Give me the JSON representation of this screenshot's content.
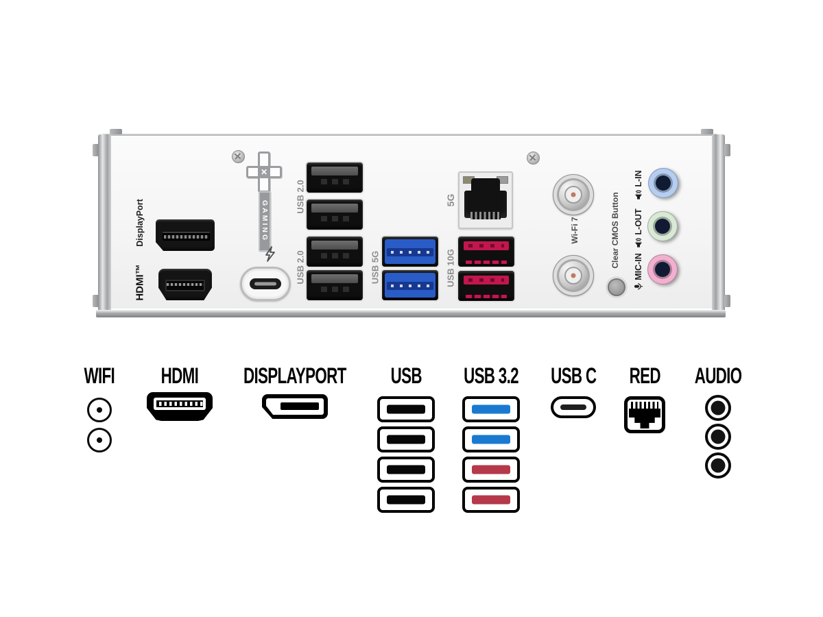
{
  "panel": {
    "displayport_label": "DisplayPort",
    "hdmi_label": "HDMI™",
    "gaming_label": "GAMING",
    "usb2_top_label": "USB 2.0",
    "usb2_bottom_label": "USB 2.0",
    "usb5g_label": "USB 5G",
    "lan_label": "5G",
    "usb10g_label": "USB 10G",
    "wifi_label": "Wi-Fi 7",
    "cmos_label": "Clear CMOS Button",
    "line_in_label": "L-IN",
    "line_out_label": "L-OUT",
    "mic_label": "MIC-IN"
  },
  "legend": {
    "items": [
      {
        "label": "WIFI"
      },
      {
        "label": "HDMI"
      },
      {
        "label": "DISPLAYPORT"
      },
      {
        "label": "USB"
      },
      {
        "label": "USB 3.2"
      },
      {
        "label": "USB C"
      },
      {
        "label": "RED"
      },
      {
        "label": "AUDIO"
      }
    ]
  },
  "colors": {
    "legend_usb_blue": "#1b7ad0",
    "legend_usb_red": "#b5394a",
    "panel_usb_blue": "#2a5cc8",
    "panel_usb_red": "#c2164e",
    "audio_line_in": "#b5cdf1",
    "audio_line_out": "#d8e9d5",
    "audio_mic": "#f2b0d0"
  }
}
